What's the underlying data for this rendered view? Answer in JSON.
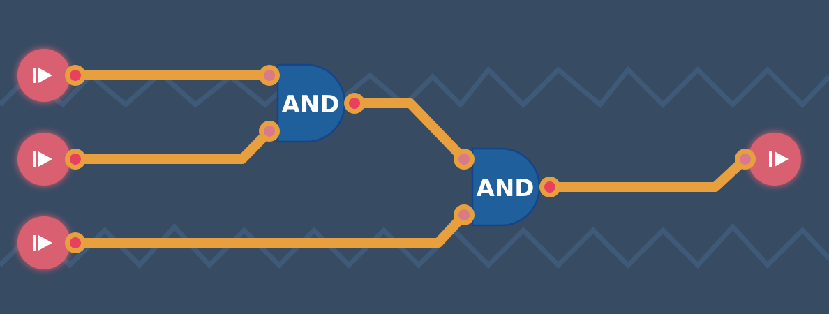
{
  "colors": {
    "background": "#374b63",
    "zigzag": "#3f5a78",
    "wire": "#e8a03e",
    "wire_dark": "#c98a30",
    "gate_fill": "#1f5f9c",
    "gate_stroke": "#14448a",
    "io_node": "#d9606f",
    "io_glow": "#ff8a9a",
    "pin_active": "#e8405f",
    "pin_inactive": "#d97a8a",
    "label": "#ffffff"
  },
  "inputs": [
    {
      "id": "input-1",
      "icon": "play-step-icon"
    },
    {
      "id": "input-2",
      "icon": "play-step-icon"
    },
    {
      "id": "input-3",
      "icon": "play-step-icon"
    }
  ],
  "gates": [
    {
      "id": "gate-and-1",
      "label": "AND"
    },
    {
      "id": "gate-and-2",
      "label": "AND"
    }
  ],
  "outputs": [
    {
      "id": "output-1",
      "icon": "play-step-icon"
    }
  ]
}
